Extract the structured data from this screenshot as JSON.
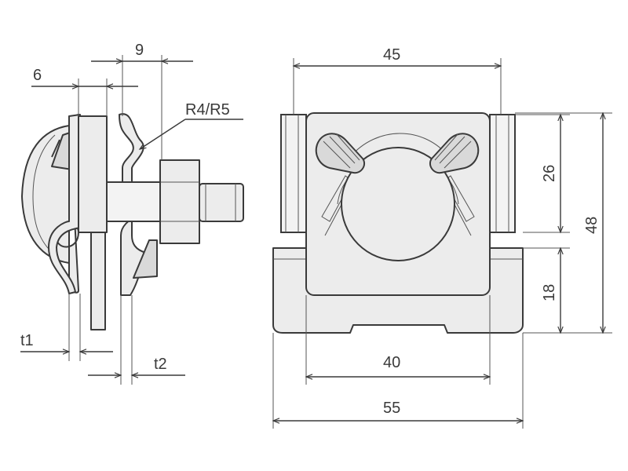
{
  "dimensions": {
    "side_width_9": "9",
    "side_width_6": "6",
    "radius": "R4/R5",
    "thickness_t1": "t1",
    "thickness_t2": "t2",
    "front_top_45": "45",
    "front_height_26": "26",
    "front_height_48": "48",
    "front_height_18": "18",
    "front_base_40": "40",
    "front_base_55": "55"
  }
}
